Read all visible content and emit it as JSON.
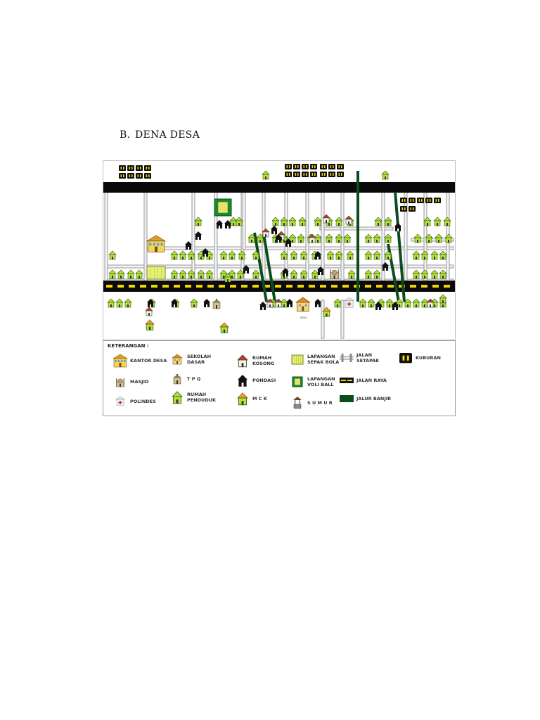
{
  "heading": {
    "number": "B.",
    "title": "DENA DESA"
  },
  "map": {
    "colors": {
      "path_gray": "#c8c8c8",
      "highway_black": "#0a0a0a",
      "flood_green": "#0b4d1e",
      "house_green": "#b4e33a",
      "roof_red": "#cc3333",
      "road_yellow": "#f5d400"
    },
    "labels": {
      "office_caption": "DESA"
    }
  },
  "legend": {
    "title": "KETERANGAN :",
    "items": [
      {
        "id": "kantor-desa",
        "icon": "village-office-icon",
        "label": "KANTOR DESA"
      },
      {
        "id": "masjid",
        "icon": "mosque-icon",
        "label": "MASJID"
      },
      {
        "id": "polindes",
        "icon": "clinic-icon",
        "label": "POLINDES"
      },
      {
        "id": "sekolah-dasar",
        "icon": "school-icon",
        "label": "SEKOLAH DASAR"
      },
      {
        "id": "tpq",
        "icon": "tpq-icon",
        "label": "T P Q"
      },
      {
        "id": "rumah-penduduk",
        "icon": "resident-house-icon",
        "label": "RUMAH PENDUDUK"
      },
      {
        "id": "rumah-kosong",
        "icon": "empty-house-icon",
        "label": "RUMAH KOSONG"
      },
      {
        "id": "pondasi",
        "icon": "foundation-icon",
        "label": "PONDASI"
      },
      {
        "id": "mck",
        "icon": "mck-icon",
        "label": "M C K"
      },
      {
        "id": "lapangan-sepak-bola",
        "icon": "soccer-field-icon",
        "label": "LAPANGAN\nSEPAK BOLA"
      },
      {
        "id": "lapangan-voli-ball",
        "icon": "volleyball-court-icon",
        "label": "LAPANGAN\nVOLI BALL"
      },
      {
        "id": "sumur",
        "icon": "well-icon",
        "label": "S U M U R"
      },
      {
        "id": "jalan-setapak",
        "icon": "footpath-icon",
        "label": "JALAN\nSETAPAK"
      },
      {
        "id": "jalan-raya",
        "icon": "main-road-icon",
        "label": "JALAN RAYA"
      },
      {
        "id": "jalur-banjir",
        "icon": "flood-path-icon",
        "label": "JALUR BANJIR"
      },
      {
        "id": "kuburan",
        "icon": "cemetery-icon",
        "label": "KUBURAN"
      }
    ]
  }
}
